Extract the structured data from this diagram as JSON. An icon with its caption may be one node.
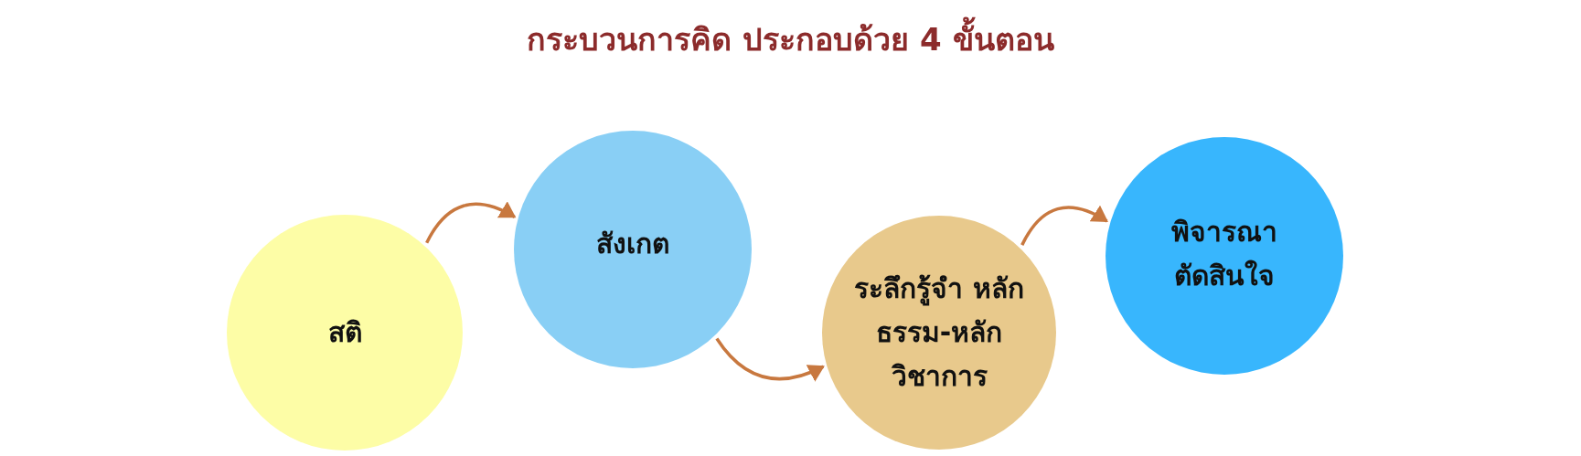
{
  "diagram": {
    "title": "กระบวนการคิด ประกอบด้วย 4 ขั้นตอน",
    "nodes": [
      {
        "text": [
          "สติ"
        ]
      },
      {
        "text": [
          "สังเกต"
        ]
      },
      {
        "text": [
          "ระลึกรู้จำ หลักธรรม-หลักวิชาการ"
        ]
      },
      {
        "text": [
          "พิจารณา ตัดสินใจ"
        ]
      }
    ],
    "edges": [
      {
        "from": 0,
        "to": 1,
        "arrow": "to"
      },
      {
        "from": 1,
        "to": 2,
        "arrow": "to"
      },
      {
        "from": 2,
        "to": 3,
        "arrow": "to"
      }
    ]
  }
}
